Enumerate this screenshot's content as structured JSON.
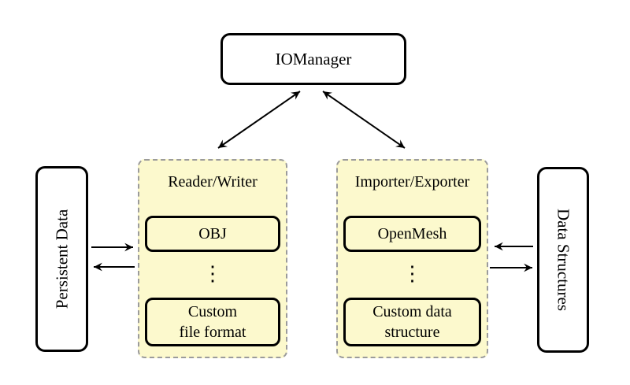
{
  "colors": {
    "background": "#ffffff",
    "group_fill": "#fcf9cd",
    "group_border": "#9b9b9b",
    "node_border": "#000000",
    "node_fill": "#ffffff",
    "arrow": "#000000",
    "text": "#000000"
  },
  "nodes": {
    "iomanager": "IOManager",
    "persistent_data": "Persistent Data",
    "data_structures": "Data Structures"
  },
  "groups": {
    "reader_writer": {
      "label": "Reader/Writer",
      "top_item": "OBJ",
      "dots": "⋮",
      "bottom_item": "Custom\nfile format"
    },
    "importer_exporter": {
      "label": "Importer/Exporter",
      "top_item": "OpenMesh",
      "dots": "⋮",
      "bottom_item": "Custom data\nstructure"
    }
  }
}
